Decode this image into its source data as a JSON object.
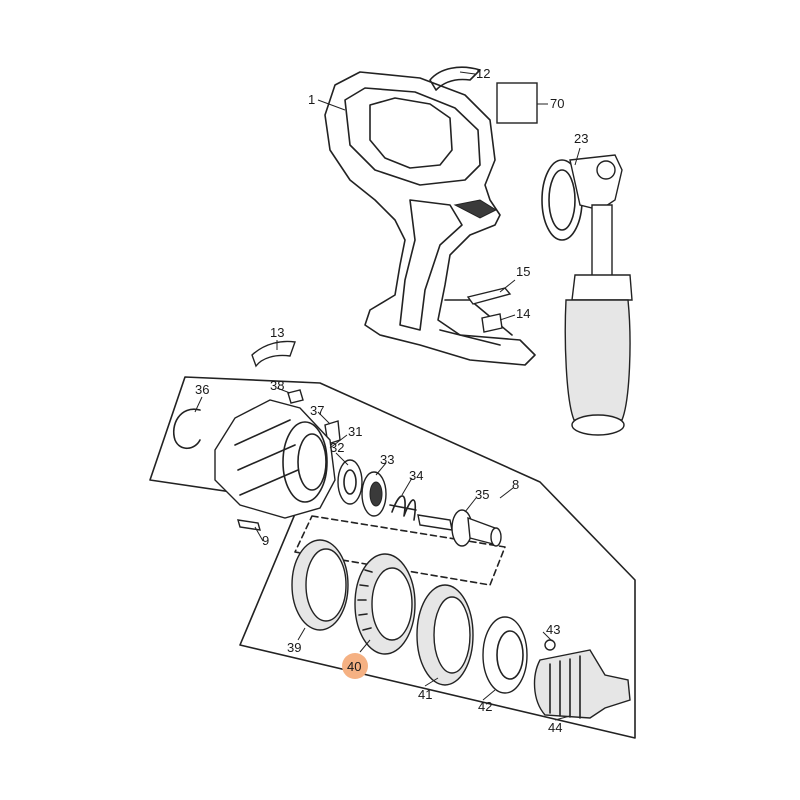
{
  "diagram": {
    "highlight_color": "#f5b183",
    "labels": {
      "p1": "1",
      "p12": "12",
      "p70": "70",
      "p23": "23",
      "p15": "15",
      "p14": "14",
      "p13": "13",
      "p36": "36",
      "p38": "38",
      "p37": "37",
      "p31": "31",
      "p32": "32",
      "p33": "33",
      "p34": "34",
      "p8": "8",
      "p35": "35",
      "p9": "9",
      "p39": "39",
      "p40": "40",
      "p41": "41",
      "p42": "42",
      "p43": "43",
      "p44": "44"
    },
    "highlighted_part": "40"
  }
}
